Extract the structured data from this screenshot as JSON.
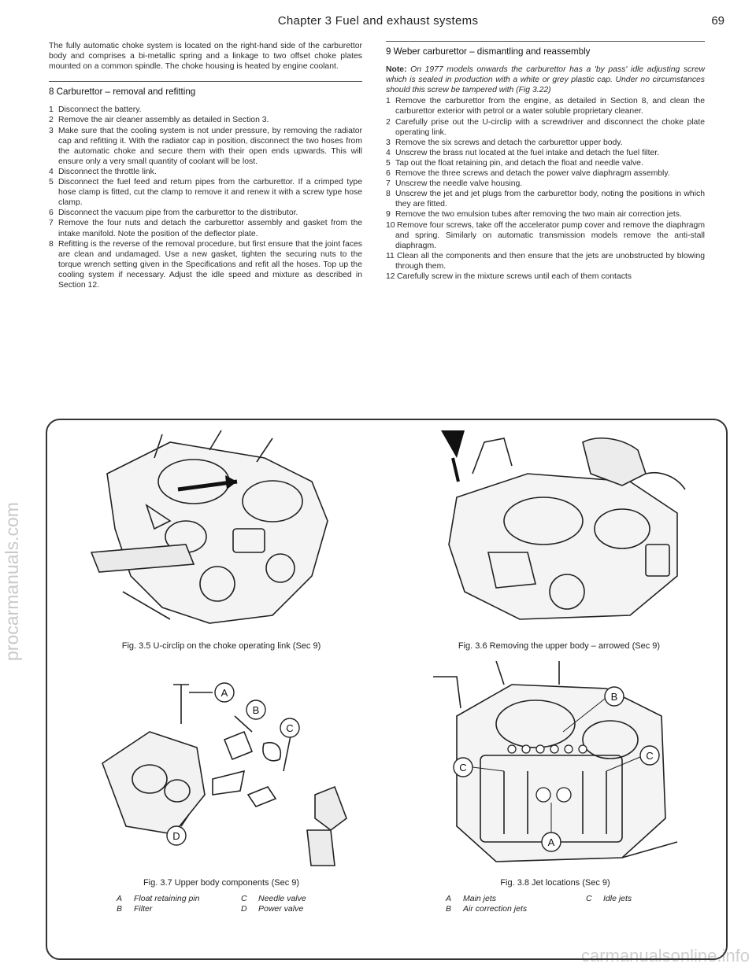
{
  "header": {
    "title": "Chapter 3 Fuel and exhaust systems",
    "page_number": "69"
  },
  "watermarks": {
    "side": "procarmanuals.com",
    "footer": "carmanualsonline.info"
  },
  "left_column": {
    "intro": "The fully automatic choke system is located on the right-hand side of the carburettor body and comprises a bi-metallic spring and a linkage to two offset choke plates mounted on a common spindle. The choke housing is heated by engine coolant.",
    "section8": {
      "heading": "8 Carburettor – removal and refitting",
      "steps": [
        {
          "n": "1",
          "text": "Disconnect the battery."
        },
        {
          "n": "2",
          "text": "Remove the air cleaner assembly as detailed in Section 3."
        },
        {
          "n": "3",
          "text": "Make sure that the cooling system is not under pressure, by removing the radiator cap and refitting it. With the radiator cap in position, disconnect the two hoses from the automatic choke and secure them with their open ends upwards. This will ensure only a very small quantity of coolant will be lost."
        },
        {
          "n": "4",
          "text": "Disconnect the throttle link."
        },
        {
          "n": "5",
          "text": "Disconnect the fuel feed and return pipes from the carburettor. If a crimped type hose clamp is fitted, cut the clamp to remove it and renew it with a screw type hose clamp."
        },
        {
          "n": "6",
          "text": "Disconnect the vacuum pipe from the carburettor to the distributor."
        },
        {
          "n": "7",
          "text": "Remove the four nuts and detach the carburettor assembly and gasket from the intake manifold. Note the position of the deflector plate."
        },
        {
          "n": "8",
          "text": "Refitting is the reverse of the removal procedure, but first ensure that the joint faces are clean and undamaged. Use a new gasket, tighten the securing nuts to the torque wrench setting given in the Specifications and refit all the hoses. Top up the cooling system if necessary. Adjust the idle speed and mixture as described in Section 12."
        }
      ]
    }
  },
  "right_column": {
    "section9": {
      "heading": "9 Weber carburettor – dismantling and reassembly",
      "note_label": "Note:",
      "note_text": "On 1977 models onwards the carburettor has a 'by pass' idle adjusting screw which is sealed in production with a white or grey plastic cap. Under no circumstances should this screw be tampered with (Fig 3.22)",
      "steps": [
        {
          "n": "1",
          "text": "Remove the carburettor from the engine, as detailed in Section 8, and clean the carburettor exterior with petrol or a water soluble proprietary cleaner."
        },
        {
          "n": "2",
          "text": "Carefully prise out the U-circlip with a screwdriver and disconnect the choke plate operating link."
        },
        {
          "n": "3",
          "text": "Remove the six screws and detach the carburettor upper body."
        },
        {
          "n": "4",
          "text": "Unscrew the brass nut located at the fuel intake and detach the fuel filter."
        },
        {
          "n": "5",
          "text": "Tap out the float retaining pin, and detach the float and needle valve."
        },
        {
          "n": "6",
          "text": "Remove the three screws and detach the power valve diaphragm assembly."
        },
        {
          "n": "7",
          "text": "Unscrew the needle valve housing."
        },
        {
          "n": "8",
          "text": "Unscrew the jet and jet plugs from the carburettor body, noting the positions in which they are fitted."
        },
        {
          "n": "9",
          "text": "Remove the two emulsion tubes after removing the two main air correction jets."
        },
        {
          "n": "10",
          "text": "Remove four screws, take off the accelerator pump cover and remove the diaphragm and spring. Similarly on automatic transmission models remove the anti-stall diaphragm."
        },
        {
          "n": "11",
          "text": "Clean all the components and then ensure that the jets are unobstructed by blowing through them."
        },
        {
          "n": "12",
          "text": "Carefully screw in the mixture screws until each of them contacts"
        }
      ]
    }
  },
  "figures": {
    "fig35": {
      "caption": "Fig. 3.5 U-circlip on the choke operating link (Sec 9)"
    },
    "fig36": {
      "caption": "Fig. 3.6 Removing the upper body – arrowed (Sec 9)"
    },
    "fig37": {
      "caption": "Fig. 3.7 Upper body components (Sec 9)",
      "callouts": [
        "A",
        "B",
        "C",
        "D"
      ],
      "legend": [
        {
          "key": "A",
          "label": "Float retaining pin"
        },
        {
          "key": "B",
          "label": "Filter"
        },
        {
          "key": "C",
          "label": "Needle valve"
        },
        {
          "key": "D",
          "label": "Power valve"
        }
      ]
    },
    "fig38": {
      "caption": "Fig. 3.8 Jet locations (Sec 9)",
      "callouts": [
        "A",
        "B",
        "C"
      ],
      "legend": [
        {
          "key": "A",
          "label": "Main jets"
        },
        {
          "key": "B",
          "label": "Air correction jets"
        },
        {
          "key": "C",
          "label": "Idle jets"
        }
      ]
    }
  }
}
